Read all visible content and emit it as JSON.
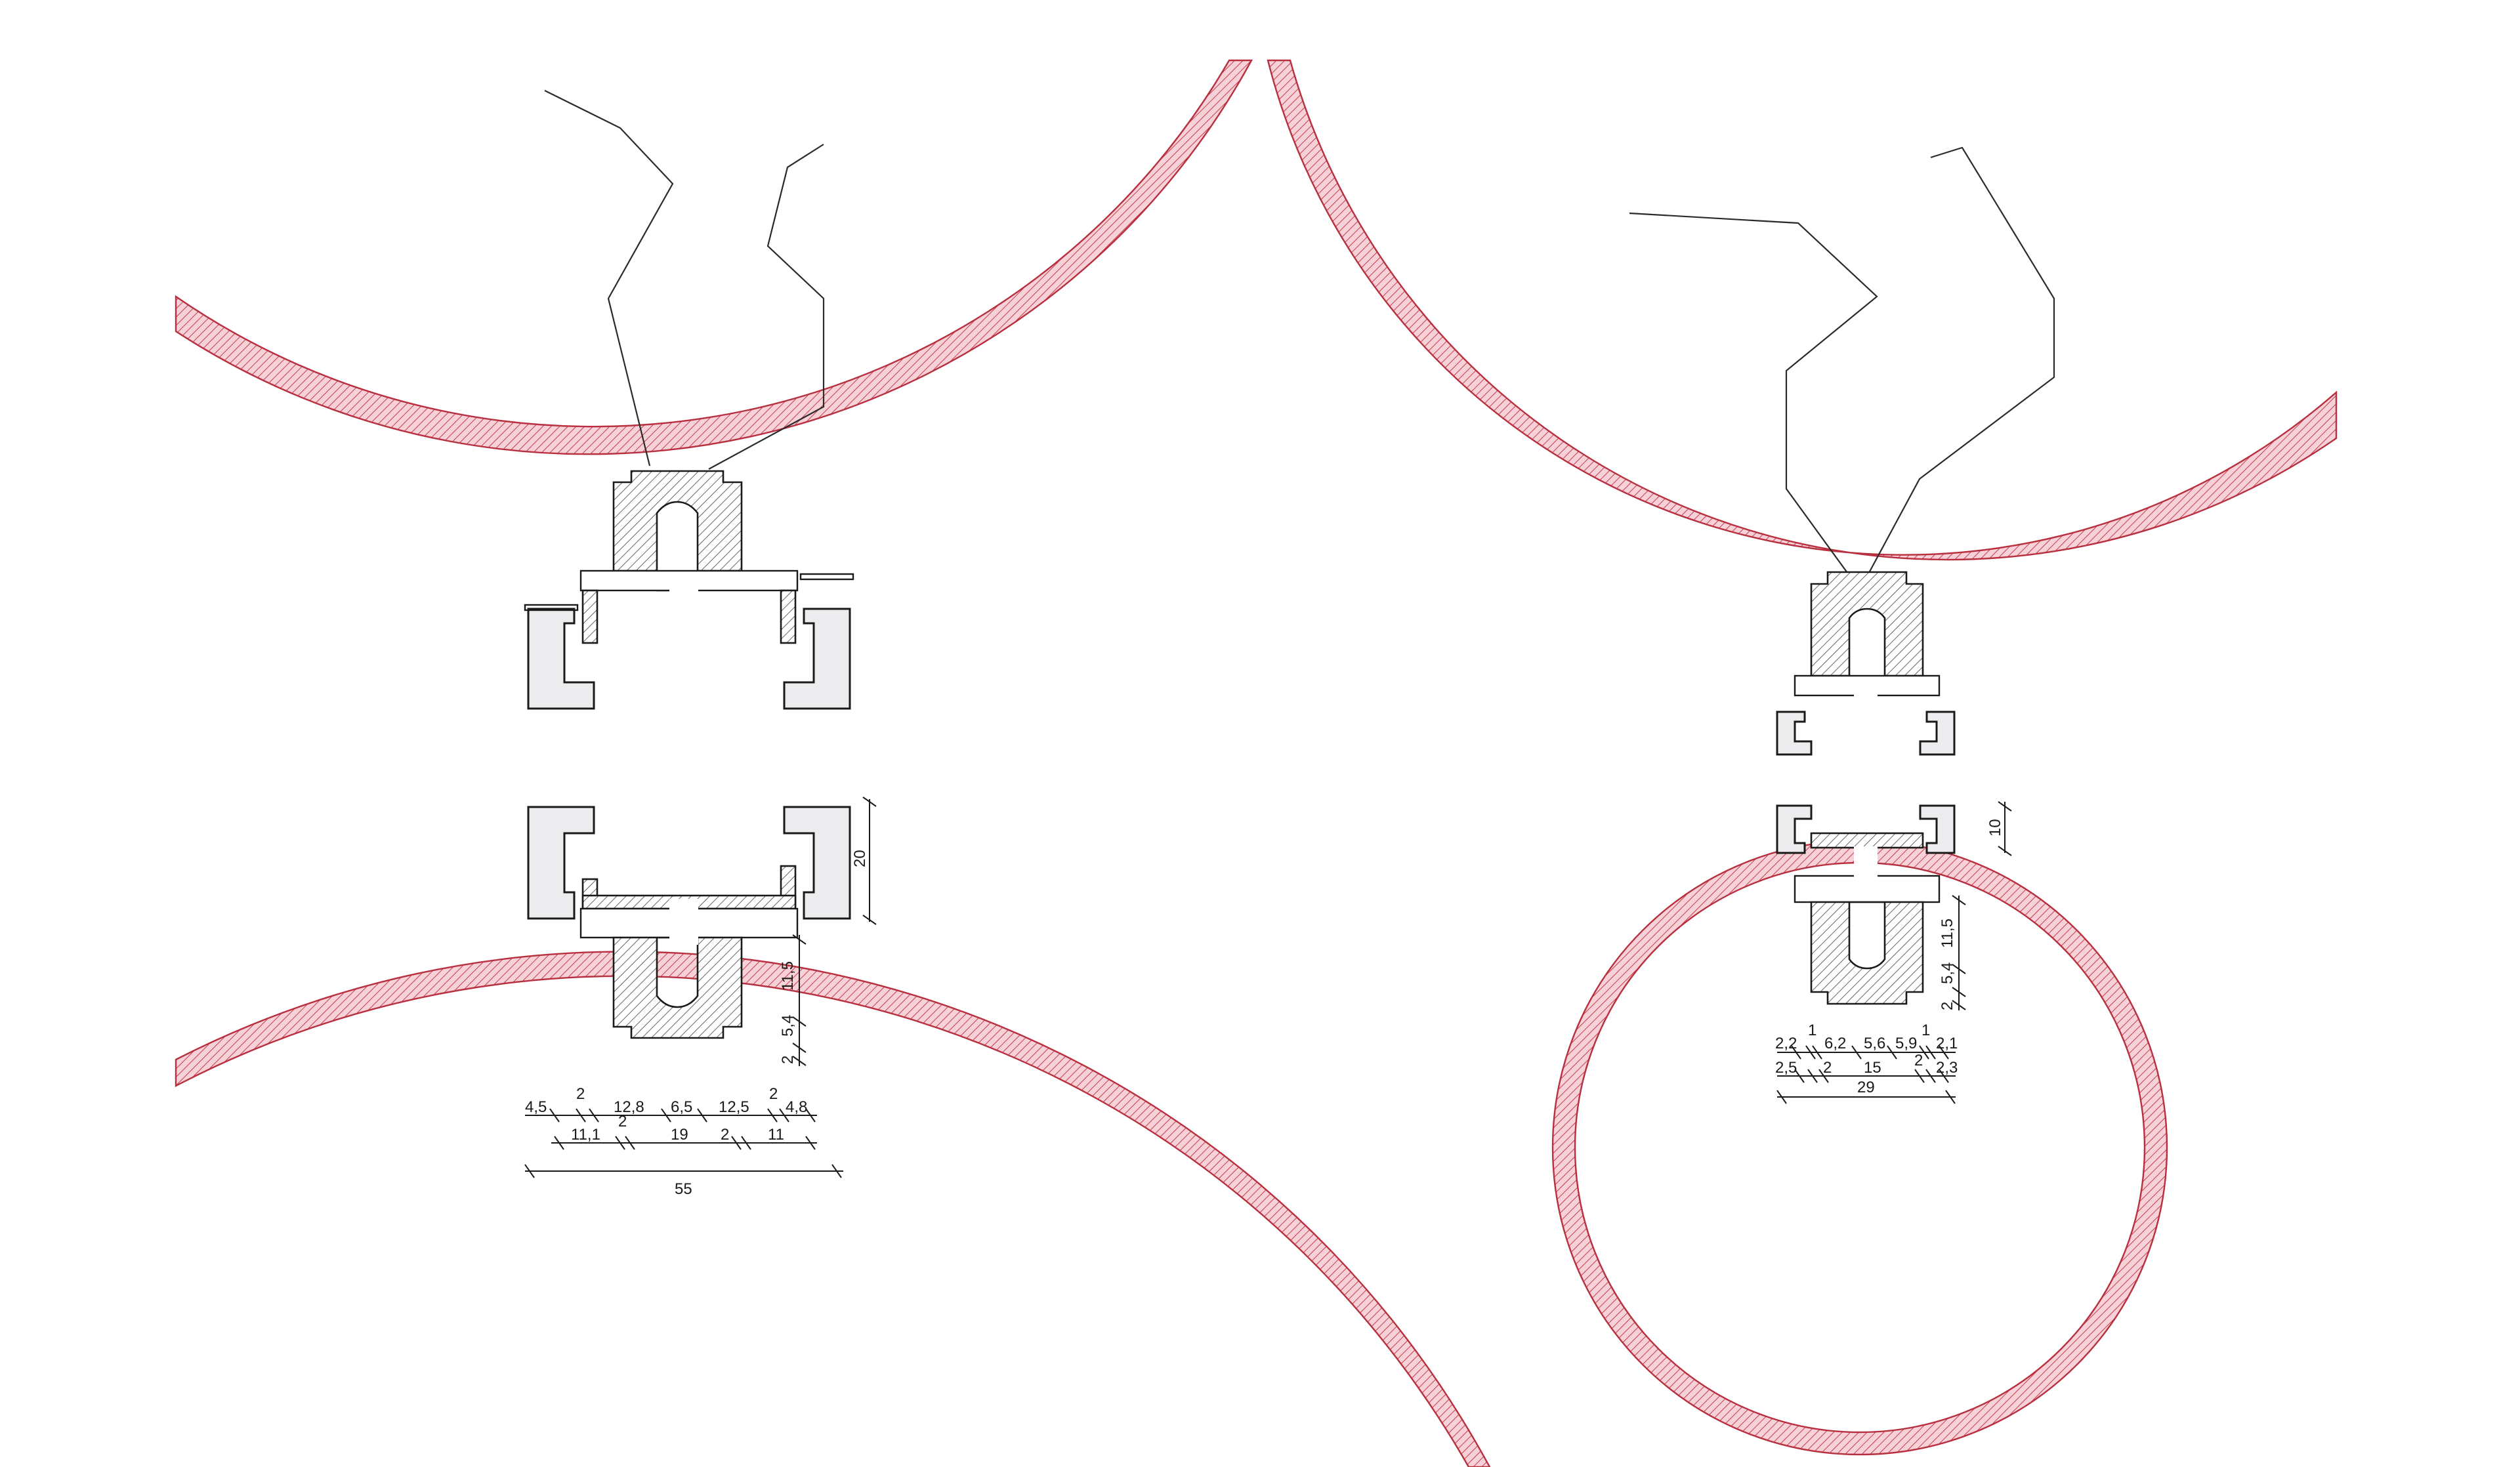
{
  "detail_left": {
    "horizontal_dims": {
      "row1": [
        "4,5",
        "2",
        "12,8",
        "6,5",
        "12,5",
        "2",
        "4,8"
      ],
      "row2": [
        "11,1",
        "2",
        "19",
        "2",
        "11"
      ],
      "row3": [
        "55"
      ]
    },
    "vertical_dims": [
      "20",
      "11,5",
      "5,4",
      "2"
    ]
  },
  "detail_right": {
    "horizontal_dims": {
      "row1": [
        "2,2",
        "1",
        "6,2",
        "5,6",
        "5,9",
        "1",
        "2,1"
      ],
      "row2": [
        "2,5",
        "2",
        "15",
        "2",
        "2,3"
      ],
      "row3": [
        "29"
      ]
    },
    "vertical_dims": [
      "10",
      "11,5",
      "5,4",
      "2"
    ]
  },
  "colors": {
    "ring_fill": "#f4c8cf",
    "ring_hatch": "#c63a4c",
    "profile_hatch": "#555555",
    "channel_fill": "#ececef",
    "line": "#1a1a1a"
  }
}
